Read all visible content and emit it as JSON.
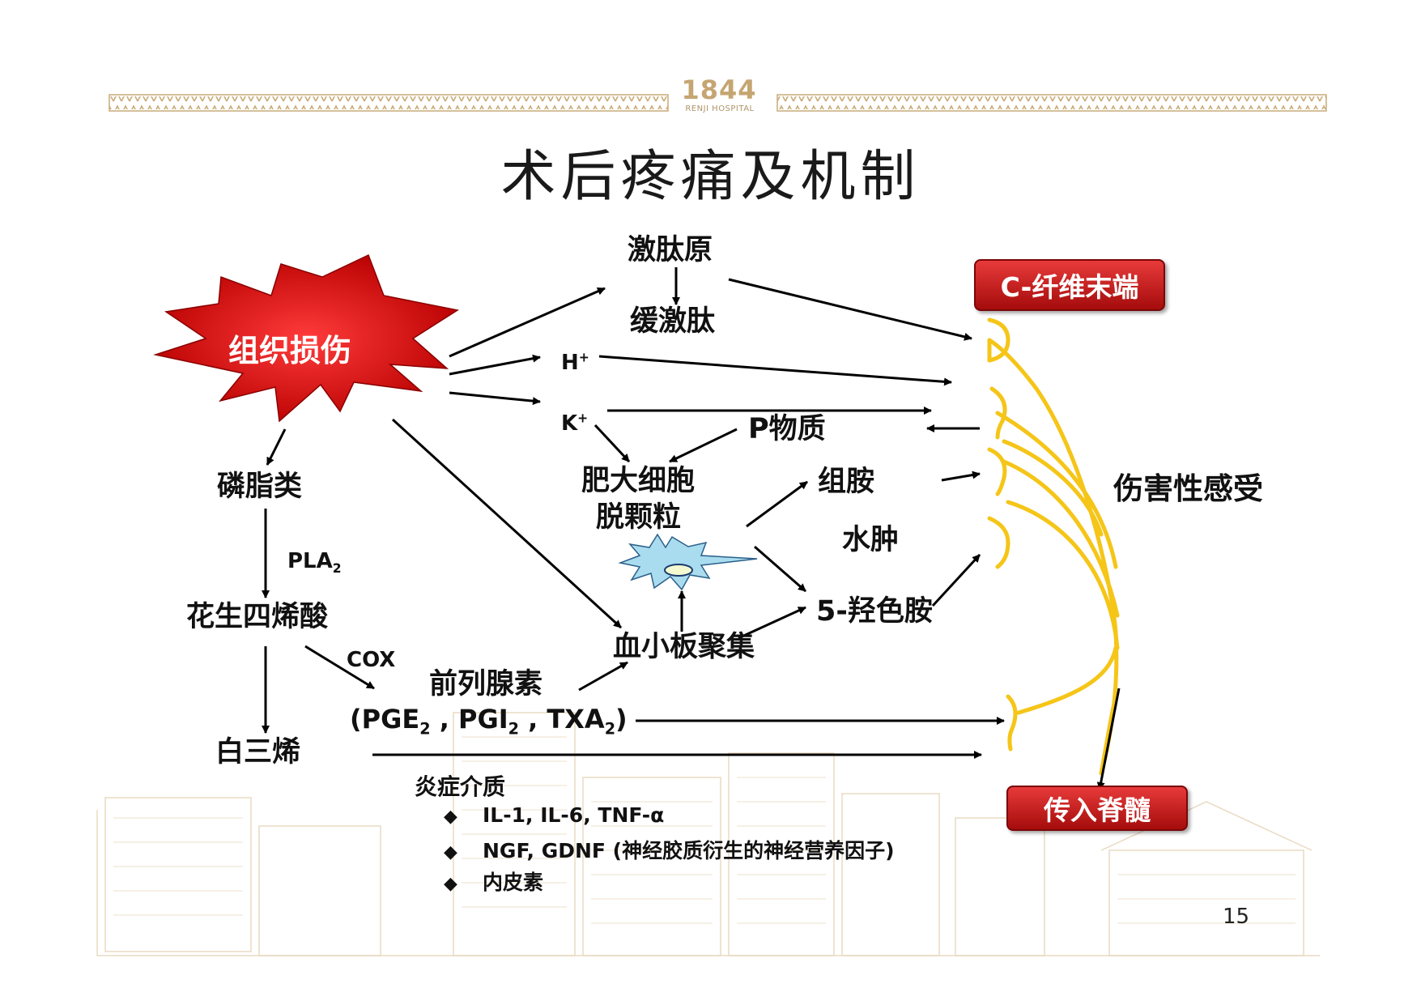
{
  "branding": {
    "year": "1844",
    "hospital": "RENJI HOSPITAL"
  },
  "title": "术后疼痛及机制",
  "nodes": {
    "tissue_injury": "组织损伤",
    "kininogen": "激肽原",
    "bradykinin": "缓激肽",
    "h_ion": "H",
    "k_ion": "K",
    "ion_charge": "+",
    "substance_p": "P物质",
    "mast_cell_1": "肥大细胞",
    "mast_cell_2": "脱颗粒",
    "histamine": "组胺",
    "edema": "水肿",
    "serotonin": "5-羟色胺",
    "platelet": "血小板聚集",
    "phospholipid": "磷脂类",
    "pla2": "PLA",
    "pla2_sub": "2",
    "arachidonic": "花生四烯酸",
    "cox": "COX",
    "prostaglandin": "前列腺素",
    "pg_open": "(PGE",
    "pg_sub": "2",
    "pg_mid1": " , PGI",
    "pg_mid2": " , TXA",
    "pg_close": ")",
    "leukotriene": "白三烯",
    "c_fiber": "C-纤维末端",
    "nociception": "伤害性感受",
    "spinal": "传入脊髓"
  },
  "inflammatory": {
    "heading": "炎症介质",
    "bullet": "◆",
    "items": [
      "IL-1, IL-6, TNF-α",
      "NGF, GDNF (神经胶质衍生的神经营养因子)",
      "内皮素"
    ]
  },
  "page_number": "15",
  "colors": {
    "nerve": "#f5c518",
    "banner": "#c41414",
    "burst": "#d90000",
    "cell": "#a9dcee",
    "gold": "#c5a572"
  }
}
